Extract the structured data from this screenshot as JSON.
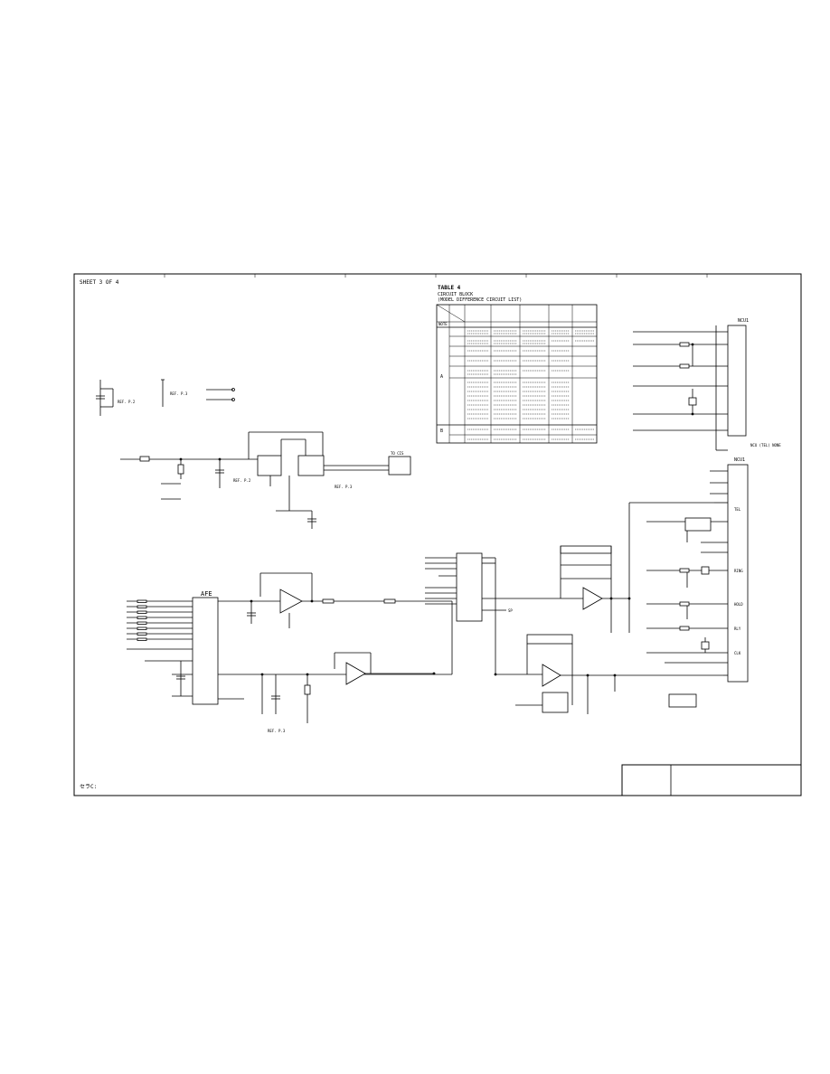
{
  "sheet": {
    "header": "SHEET 3 OF 4",
    "footer_note": "セラC:"
  },
  "table": {
    "title": "TABLE 4",
    "line1": "CIRCUIT BLOCK",
    "line2": "(MODEL DIFFERENCE CIRCUIT LIST)",
    "units": "NOTE",
    "group_a": "A",
    "group_b": "B"
  },
  "blocks": {
    "afe": "AFE",
    "ncu1_top": "NCU1",
    "ncu1_side": "NCU1",
    "ncu_note": "NCU (TEL) NONE"
  },
  "refs": {
    "ref_a": "REF. P.2",
    "ref_b": "REF. P.3",
    "ref_c": "REF. P.2",
    "ref_d": "REF. P.3",
    "ref_e": "REF. P.3"
  },
  "nets": {
    "to_cis": "TO CIS",
    "clk": "CLK",
    "sp": "SP",
    "tel": "TEL",
    "ring": "RING",
    "hold": "HOLD",
    "rly": "RLY"
  }
}
